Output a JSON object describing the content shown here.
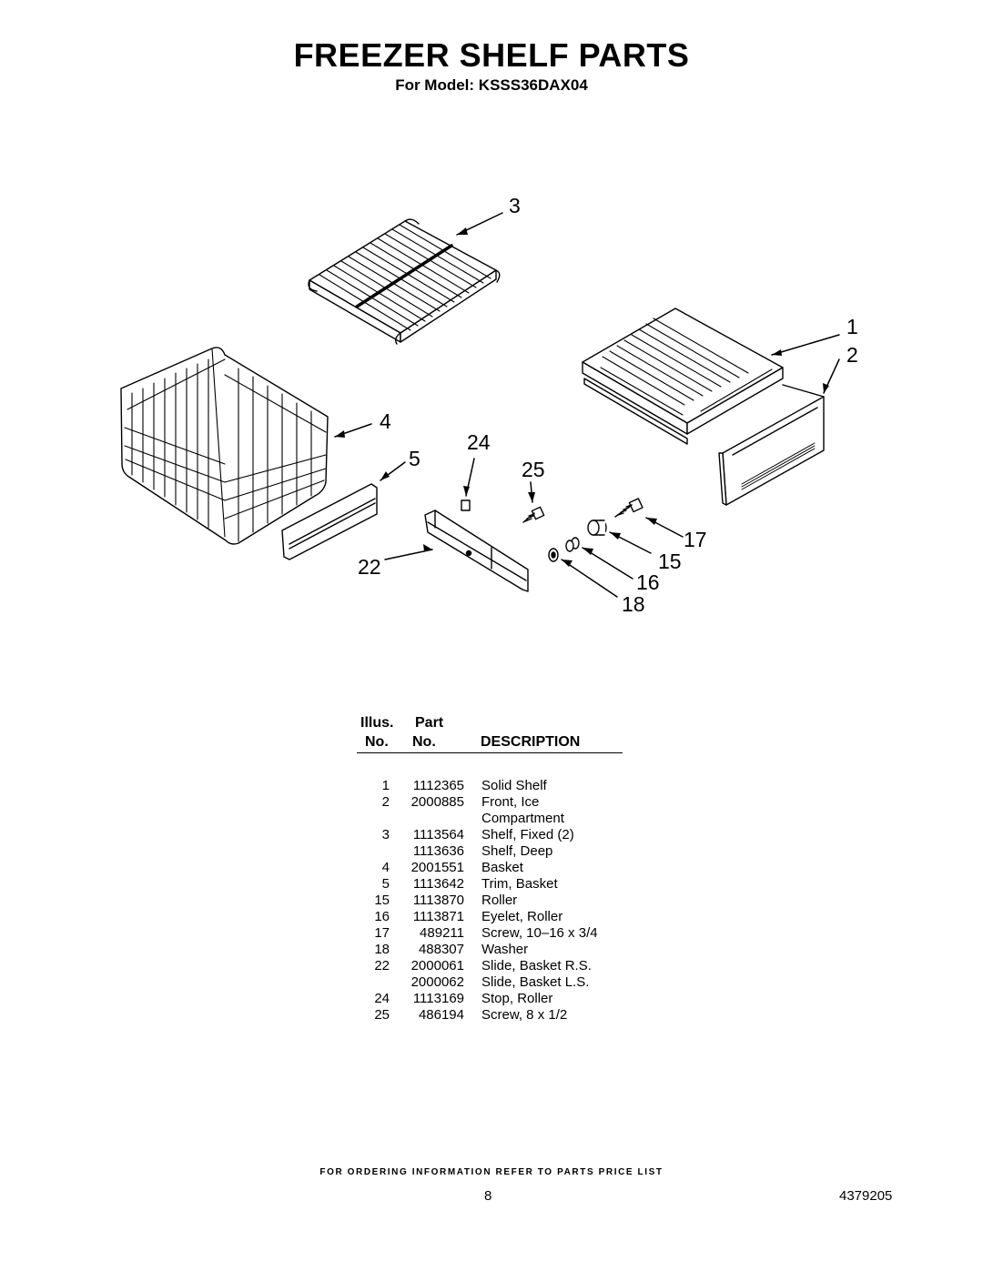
{
  "header": {
    "title": "FREEZER SHELF PARTS",
    "subtitle": "For Model: KSSS36DAX04"
  },
  "diagram": {
    "callouts": [
      "3",
      "1",
      "2",
      "4",
      "24",
      "5",
      "25",
      "17",
      "15",
      "22",
      "16",
      "18"
    ]
  },
  "table": {
    "col1_top": "Illus.",
    "col1_bottom": "No.",
    "col2_top": "Part",
    "col2_bottom": "No.",
    "col3": "DESCRIPTION",
    "rows": [
      {
        "illus": "1",
        "part": "1112365",
        "desc": "Solid Shelf"
      },
      {
        "illus": "2",
        "part": "2000885",
        "desc": "Front, Ice"
      },
      {
        "illus": "",
        "part": "",
        "desc": "Compartment"
      },
      {
        "illus": "3",
        "part": "1113564",
        "desc": "Shelf, Fixed (2)"
      },
      {
        "illus": "",
        "part": "1113636",
        "desc": "Shelf, Deep"
      },
      {
        "illus": "4",
        "part": "2001551",
        "desc": "Basket"
      },
      {
        "illus": "5",
        "part": "1113642",
        "desc": "Trim, Basket"
      },
      {
        "illus": "15",
        "part": "1113870",
        "desc": "Roller"
      },
      {
        "illus": "16",
        "part": "1113871",
        "desc": "Eyelet, Roller"
      },
      {
        "illus": "17",
        "part": "489211",
        "desc": "Screw, 10–16 x 3/4"
      },
      {
        "illus": "18",
        "part": "488307",
        "desc": "Washer"
      },
      {
        "illus": "22",
        "part": "2000061",
        "desc": "Slide, Basket R.S."
      },
      {
        "illus": "",
        "part": "2000062",
        "desc": "Slide, Basket L.S."
      },
      {
        "illus": "24",
        "part": "1113169",
        "desc": "Stop, Roller"
      },
      {
        "illus": "25",
        "part": "486194",
        "desc": "Screw, 8 x 1/2"
      }
    ]
  },
  "footer": {
    "note": "FOR ORDERING INFORMATION REFER TO PARTS PRICE LIST",
    "page": "8",
    "doc_number": "4379205"
  }
}
